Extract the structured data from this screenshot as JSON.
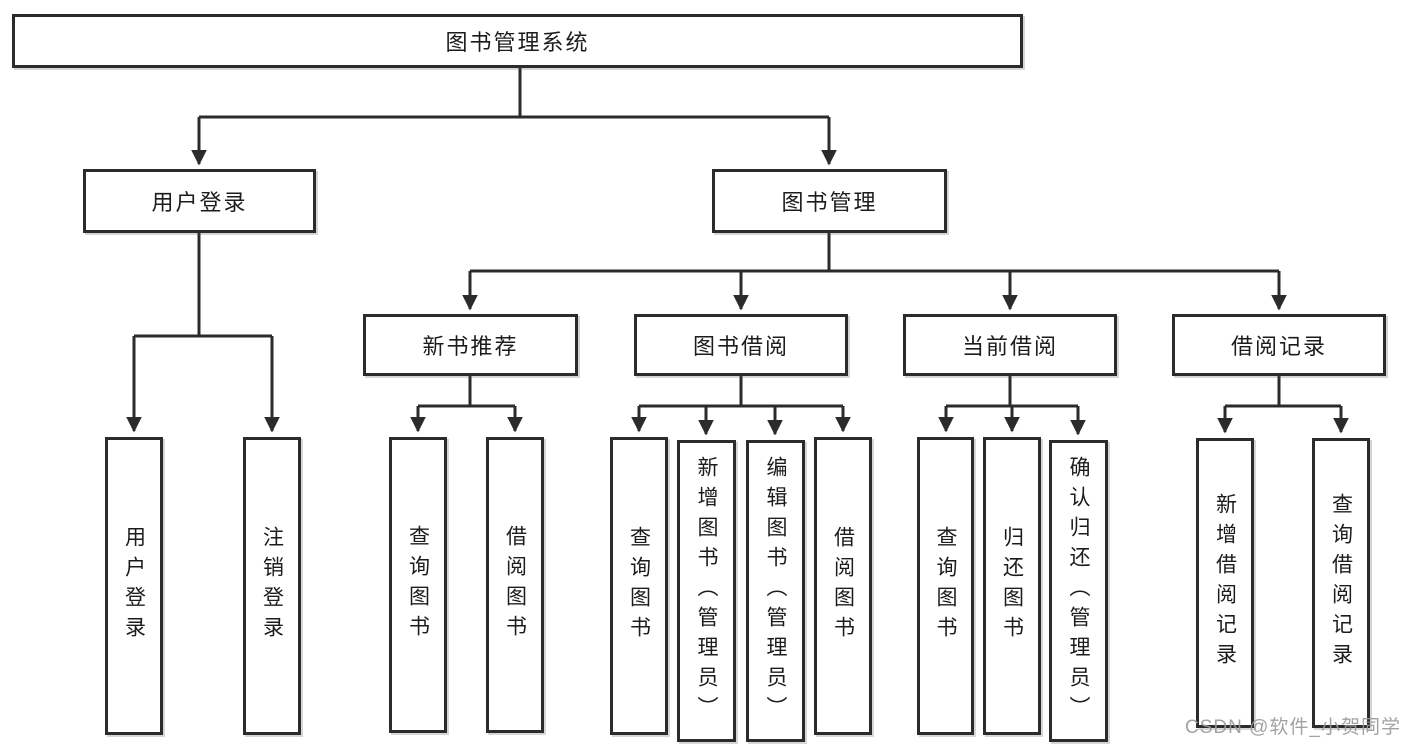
{
  "colors": {
    "line": "#2b2b2b",
    "box_border": "#2b2b2b",
    "text": "#1c1c1c",
    "watermark": "#9b9b9b",
    "background": "#ffffff"
  },
  "watermark": {
    "text": "CSDN @软件_小贺同学"
  },
  "tree": {
    "root": {
      "label": "图书管理系统"
    },
    "branches": [
      {
        "label": "用户登录",
        "children": [
          {
            "label": "用户登录"
          },
          {
            "label": "注销登录"
          }
        ]
      },
      {
        "label": "图书管理",
        "children": [
          {
            "label": "新书推荐",
            "children": [
              {
                "label": "查询图书"
              },
              {
                "label": "借阅图书"
              }
            ]
          },
          {
            "label": "图书借阅",
            "children": [
              {
                "label": "查询图书"
              },
              {
                "label": "新增图书（管理员）"
              },
              {
                "label": "编辑图书（管理员）"
              },
              {
                "label": "借阅图书"
              }
            ]
          },
          {
            "label": "当前借阅",
            "children": [
              {
                "label": "查询图书"
              },
              {
                "label": "归还图书"
              },
              {
                "label": "确认归还（管理员）"
              }
            ]
          },
          {
            "label": "借阅记录",
            "children": [
              {
                "label": "新增借阅记录"
              },
              {
                "label": "查询借阅记录"
              }
            ]
          }
        ]
      }
    ]
  }
}
